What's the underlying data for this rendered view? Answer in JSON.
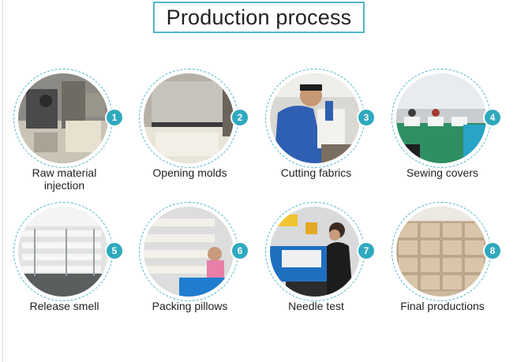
{
  "title": "Production process",
  "steps": [
    {
      "number": "1",
      "label": "Raw material\ninjection",
      "icon": "injection-machine-photo"
    },
    {
      "number": "2",
      "label": "Opening molds",
      "icon": "mold-photo"
    },
    {
      "number": "3",
      "label": "Cutting fabrics",
      "icon": "cutting-worker-photo"
    },
    {
      "number": "4",
      "label": "Sewing covers",
      "icon": "sewing-workshop-photo"
    },
    {
      "number": "5",
      "label": "Release smell",
      "icon": "storage-racks-photo"
    },
    {
      "number": "6",
      "label": "Packing pillows",
      "icon": "packing-worker-photo"
    },
    {
      "number": "7",
      "label": "Needle test",
      "icon": "needle-detector-photo"
    },
    {
      "number": "8",
      "label": "Final productions",
      "icon": "carton-boxes-photo"
    }
  ],
  "colors": {
    "accent": "#2fa9be",
    "ring": "#52b6c6",
    "title_border": "#4fb6c8"
  }
}
